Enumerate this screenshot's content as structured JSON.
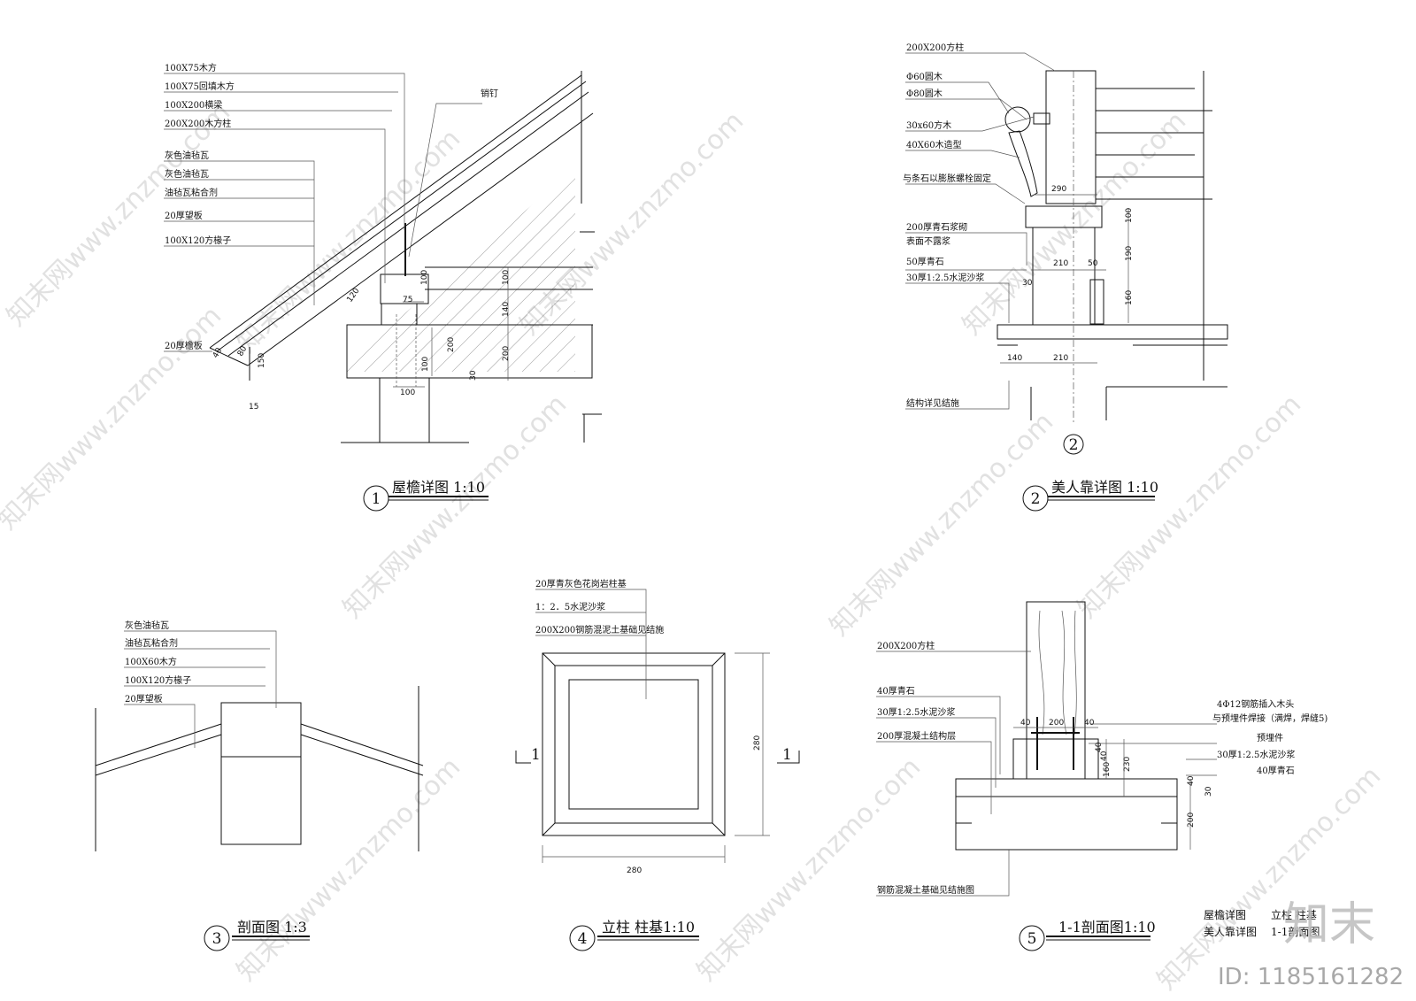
{
  "details": {
    "d1": {
      "num": "1",
      "title": "屋檐详图 1:10",
      "labels": [
        "100X75木方",
        "100X75回填木方",
        "100X200横梁",
        "200X200木方柱",
        "灰色油毡瓦",
        "灰色油毡瓦",
        "油毡瓦粘合剂",
        "20厚望板",
        "100X120方椽子",
        "20厚檐板",
        "销钉"
      ],
      "dims": [
        "120",
        "75",
        "100",
        "100",
        "140",
        "200",
        "100",
        "200",
        "30",
        "100",
        "150",
        "40",
        "80",
        "15"
      ]
    },
    "d2": {
      "num": "2",
      "title": "美人靠详图 1:10",
      "axis": "2",
      "labels": [
        "200X200方柱",
        "Φ60圆木",
        "Φ80圆木",
        "30x60方木",
        "40X60木造型",
        "与条石以膨胀螺栓固定",
        "200厚青石浆砌",
        "表面不露浆",
        "50厚青石",
        "30厚1:2.5水泥沙浆",
        "结构详见结施"
      ],
      "dims": [
        "290",
        "100",
        "190",
        "210",
        "50",
        "30",
        "160",
        "140",
        "210"
      ]
    },
    "d3": {
      "num": "3",
      "title": "剖面图  1:3",
      "labels": [
        "灰色油毡瓦",
        "油毡瓦粘合剂",
        "100X60木方",
        "100X120方椽子",
        "20厚望板"
      ]
    },
    "d4": {
      "num": "4",
      "title": "立柱  柱基1:10",
      "labels": [
        "20厚青灰色花岗岩柱基",
        "1：2．5水泥沙浆",
        "200X200钢筋混泥土基础见结施"
      ],
      "dims": [
        "280",
        "280"
      ],
      "cut": "1"
    },
    "d5": {
      "num": "5",
      "title": "1-1剖面图1:10",
      "labels_left": [
        "200X200方柱",
        "40厚青石",
        "30厚1:2.5水泥沙浆",
        "200厚混凝土结构层",
        "钢筋混凝土基础见结施图"
      ],
      "labels_right": [
        "4Φ12钢筋插入木头",
        "与预埋件焊接（满焊，焊缝5)",
        "预埋件",
        "30厚1:2.5水泥沙浆",
        "40厚青石"
      ],
      "dims": [
        "40",
        "200",
        "40",
        "40",
        "160",
        "230",
        "40",
        "30",
        "200",
        "40"
      ]
    }
  },
  "footer": {
    "line1": "屋檐详图",
    "line1b": "立柱  柱基",
    "line2": "美人靠详图",
    "line2b": "1-1剖面图"
  },
  "branding": {
    "logo": "知末",
    "id_text": "ID: 1185161282",
    "watermark": "知末网www.znzmo.com"
  }
}
